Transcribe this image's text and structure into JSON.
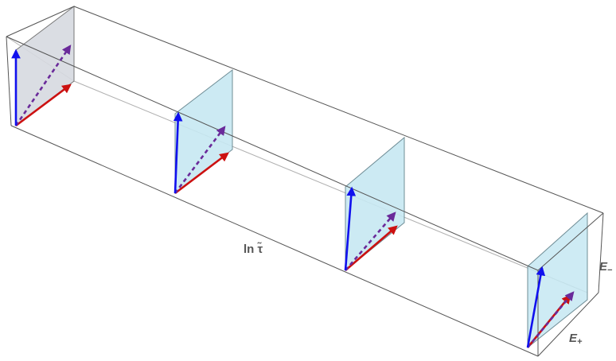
{
  "labels": {
    "axis_main": "ln τ̃",
    "axis_e_minus": "E",
    "axis_e_minus_sub": "−",
    "axis_e_plus": "E",
    "axis_e_plus_sub": "+"
  },
  "colors": {
    "box_edge": "#555555",
    "box_inner": "#b0b0b0",
    "plane_first": "#d6d9e0",
    "plane_first_edge": "#777777",
    "plane_other": "#c6e8f2",
    "plane_other_edge": "#6f8d96",
    "vector_blue": "#1010ee",
    "vector_red": "#cc1111",
    "vector_purple": "#6a2a9a"
  },
  "icons": [
    "blue-arrow",
    "red-arrow",
    "purple-dashed-arrow"
  ]
}
